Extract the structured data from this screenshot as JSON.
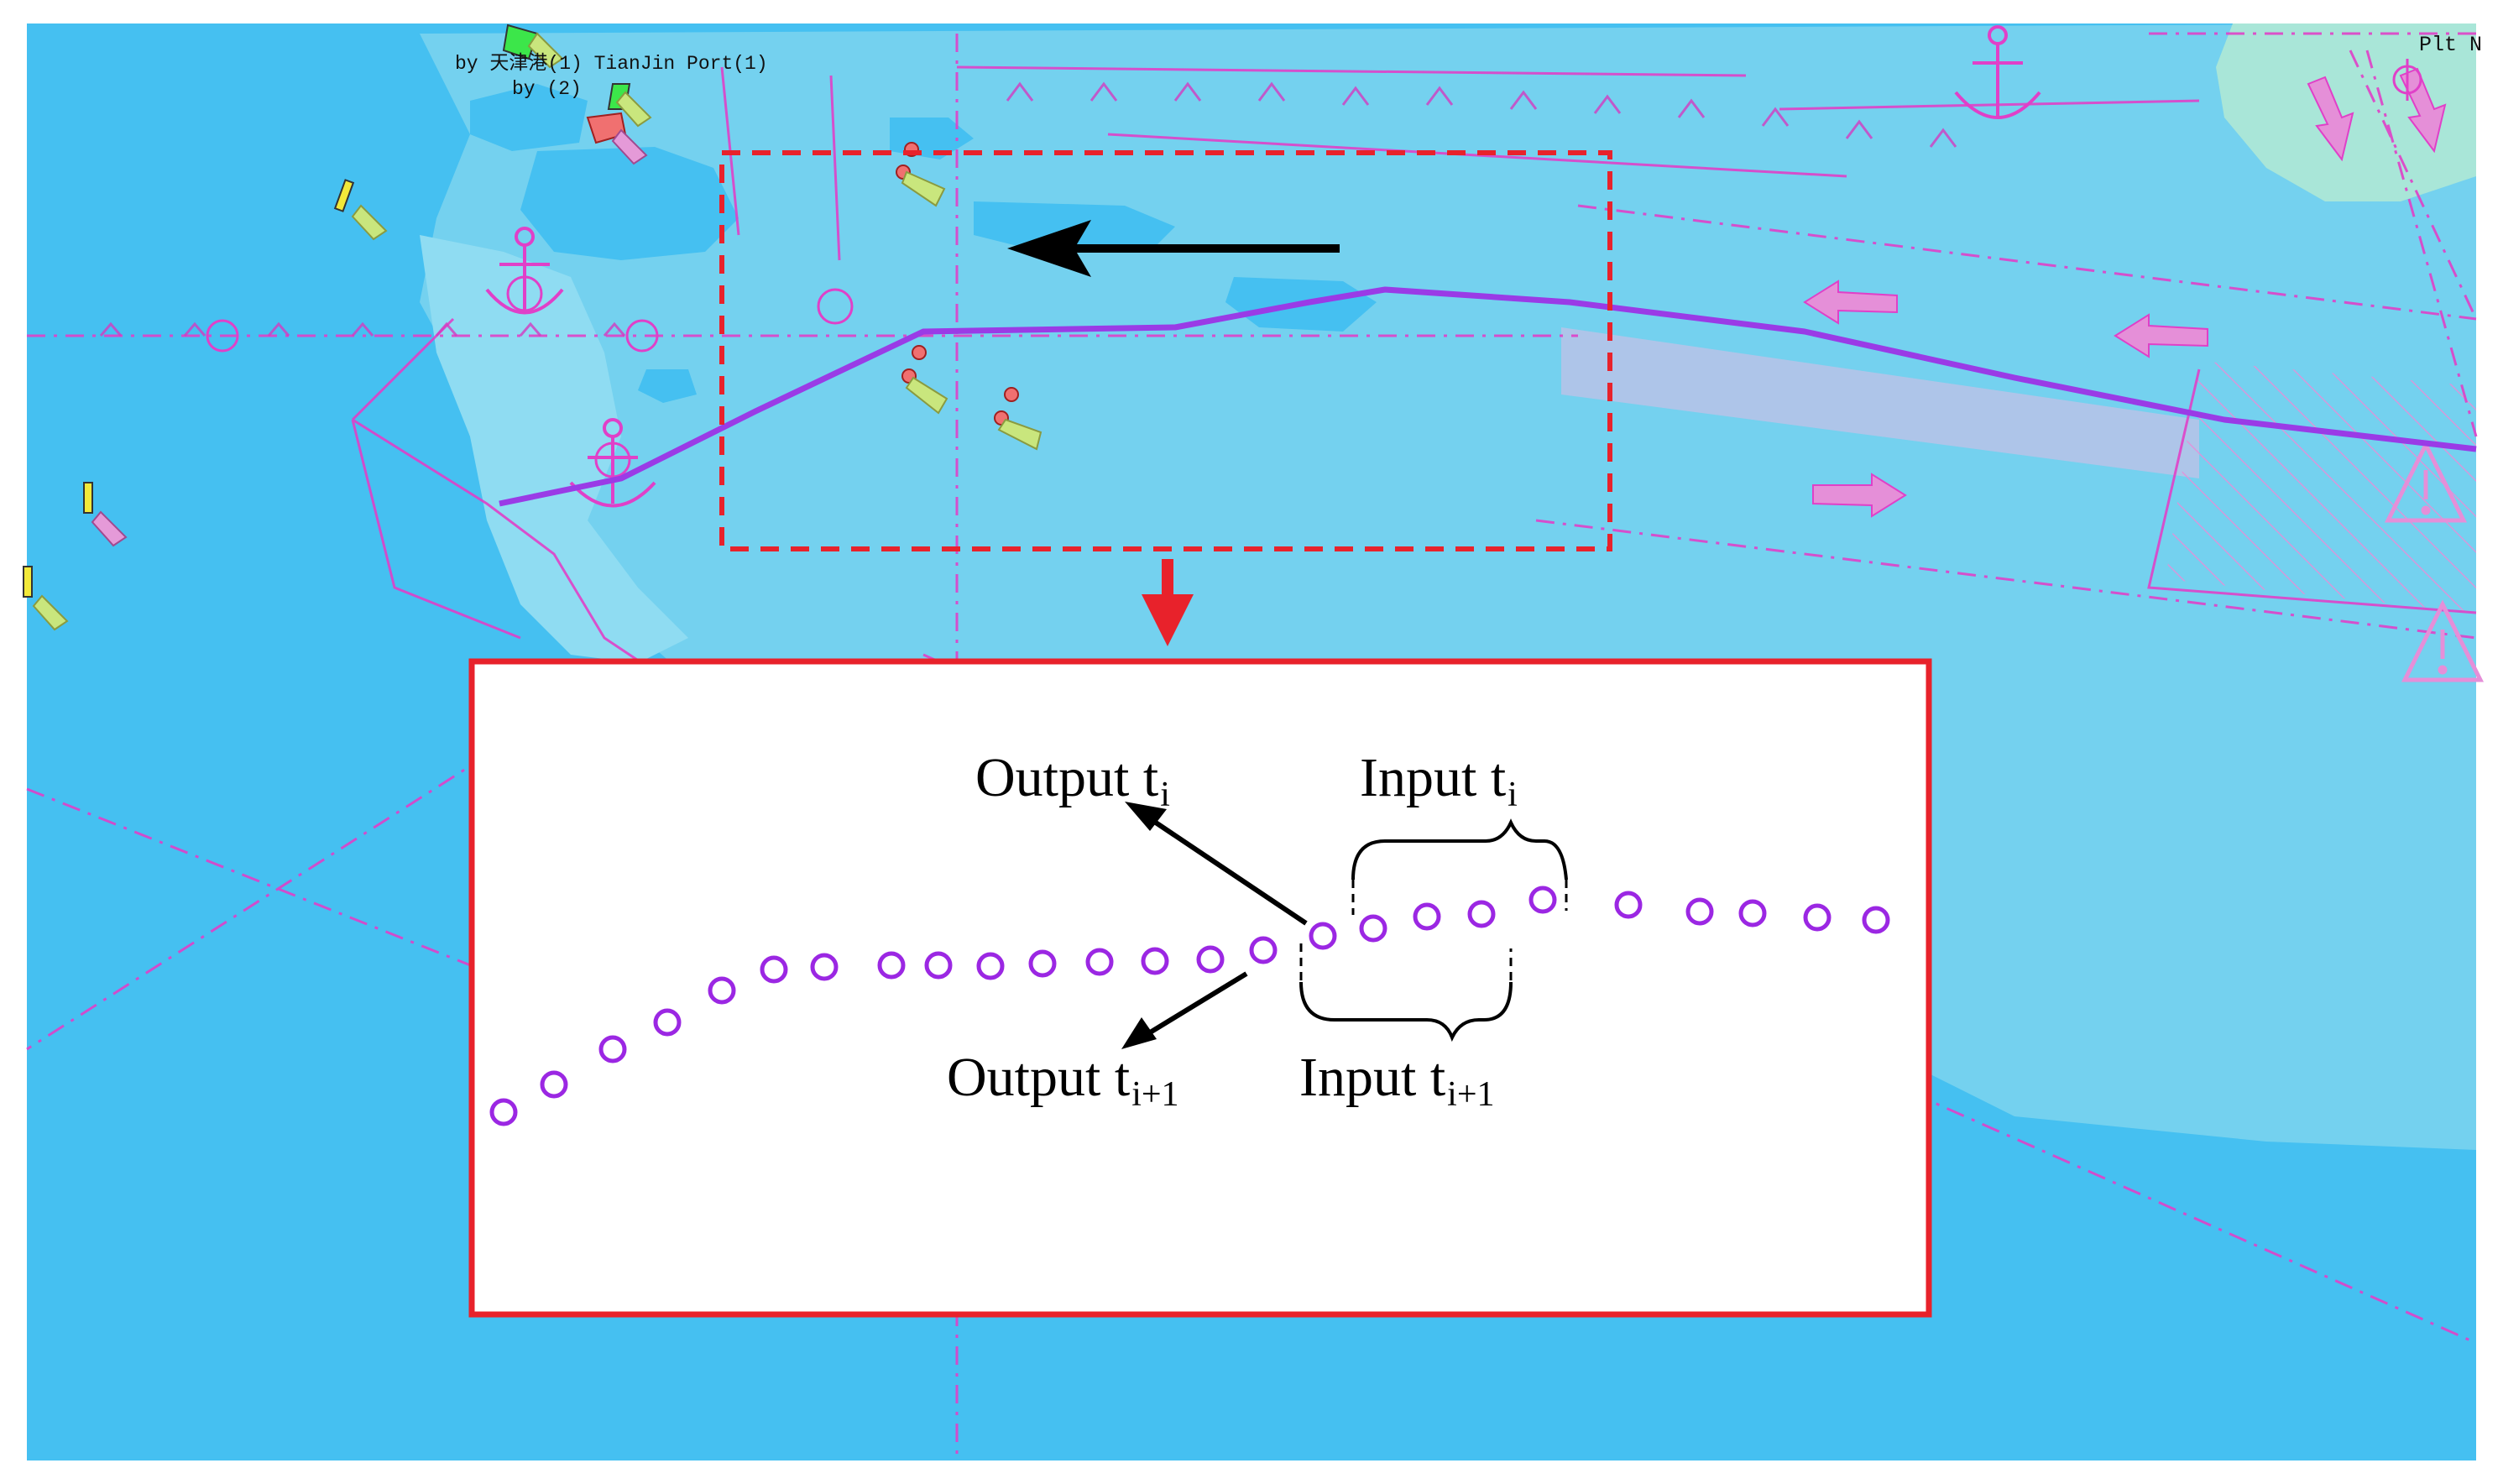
{
  "map": {
    "port_label": "by 天津港(1) TianJin Port(1)",
    "sub_label": "by (2)",
    "corner_label": "Plt N",
    "colors": {
      "deep_water": "#45c0f1",
      "shallow_water": "#74d1ef",
      "light_shoal": "#8fdcf2",
      "channel_band": "#b9c3e8",
      "land_green": "#a9e6d8",
      "chart_magenta": "#e040c8",
      "track": "#9a3be6",
      "frame_red": "#e8222b",
      "motion_arrow": "#000000"
    }
  },
  "inset": {
    "output_ti": {
      "base": "Output t",
      "sub": "i"
    },
    "output_ti1": {
      "base": "Output t",
      "sub": "i+1"
    },
    "input_ti": {
      "base": "Input t",
      "sub": "i"
    },
    "input_ti1": {
      "base": "Input t",
      "sub": "i+1"
    },
    "marker_color": "#9b27e3"
  }
}
